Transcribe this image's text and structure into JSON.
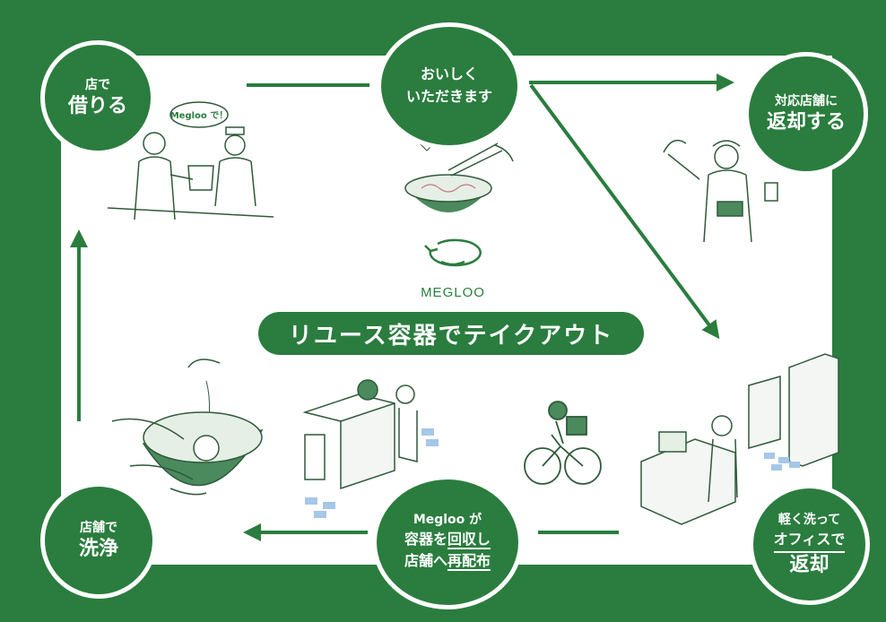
{
  "logo": {
    "text": "MEGLOO"
  },
  "banner": {
    "text": "リユース容器でテイクアウト"
  },
  "speech": {
    "text": "Megloo で！"
  },
  "steps": {
    "borrow": {
      "line1": "店で",
      "line2": "借りる"
    },
    "eat": {
      "line1": "おいしく",
      "line2": "いただきます"
    },
    "return_store": {
      "line1": "対応店舗に",
      "line2": "返却する"
    },
    "return_office": {
      "line1": "軽く洗って",
      "line2": "オフィスで",
      "line3": "返却"
    },
    "collect": {
      "line1": "Megloo が",
      "line2a": "容器を",
      "line2b": "回収し",
      "line3a": "店舗へ",
      "line3b": "再配布"
    },
    "wash": {
      "line1": "店舗で",
      "line2": "洗浄"
    }
  },
  "colors": {
    "brand_green": "#2a7d3e",
    "line": "#2f5a3a"
  }
}
